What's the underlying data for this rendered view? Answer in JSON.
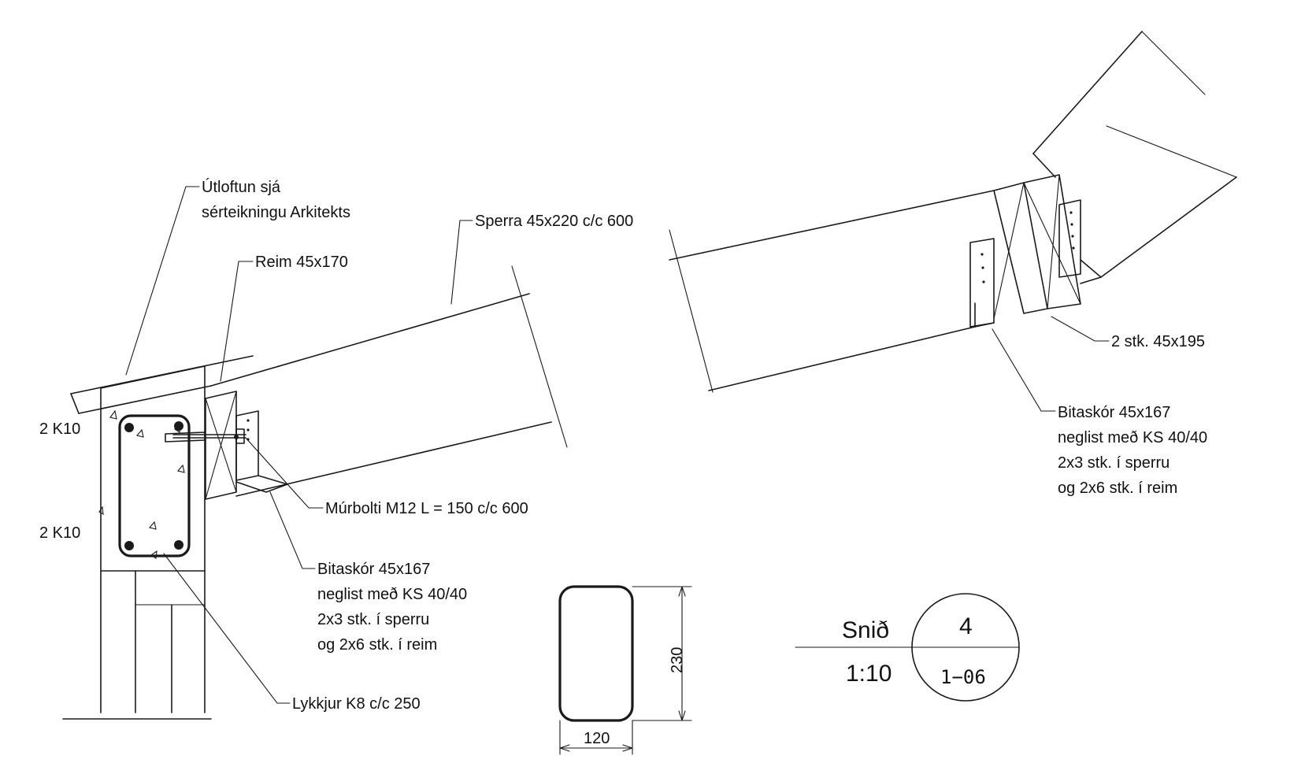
{
  "labels": {
    "utloftun_line1": "Útloftun sjá",
    "utloftun_line2": "sérteikningu Arkitekts",
    "sperra": "Sperra 45x220 c/c 600",
    "reim": "Reim 45x170",
    "rebar_top": "2 K10",
    "rebar_bottom": "2 K10",
    "murbolti": "Múrbolti M12 L = 150 c/c 600",
    "bitaskor_left": [
      "Bitaskór 45x167",
      "neglist með KS 40/40",
      "2x3 stk. í sperru",
      "og 2x6 stk. í reim"
    ],
    "lykkjur": "Lykkjur K8 c/c 250",
    "two_stk": "2 stk. 45x195",
    "bitaskor_right": [
      "Bitaskór 45x167",
      "neglist með KS 40/40",
      "2x3 stk. í sperru",
      "og 2x6 stk. í reim"
    ]
  },
  "section_detail": {
    "height_dim": "230",
    "width_dim": "120"
  },
  "title_block": {
    "name": "Snið",
    "scale": "1:10",
    "number": "4",
    "sheet": "1−06"
  }
}
